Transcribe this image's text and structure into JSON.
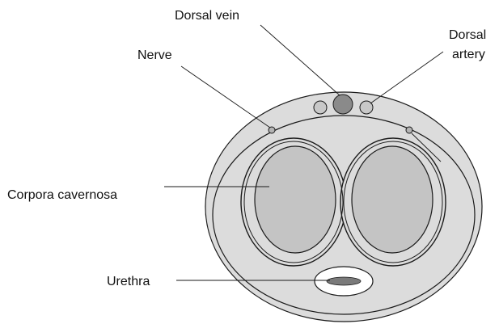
{
  "labels": {
    "dorsal_vein": "Dorsal vein",
    "dorsal_artery_line1": "Dorsal",
    "dorsal_artery_line2": "artery",
    "nerve": "Nerve",
    "corpora_cavernosa": "Corpora cavernosa",
    "urethra": "Urethra"
  },
  "colors": {
    "outer_tissue": "#dcdcdc",
    "corpora_fill": "#c4c4c4",
    "vein_fill": "#8a8a8a",
    "artery_fill": "#c8c8c8",
    "nerve_fill": "#b4b4b4",
    "urethra_lumen": "#7a7a7a",
    "stroke": "#1a1a1a"
  }
}
